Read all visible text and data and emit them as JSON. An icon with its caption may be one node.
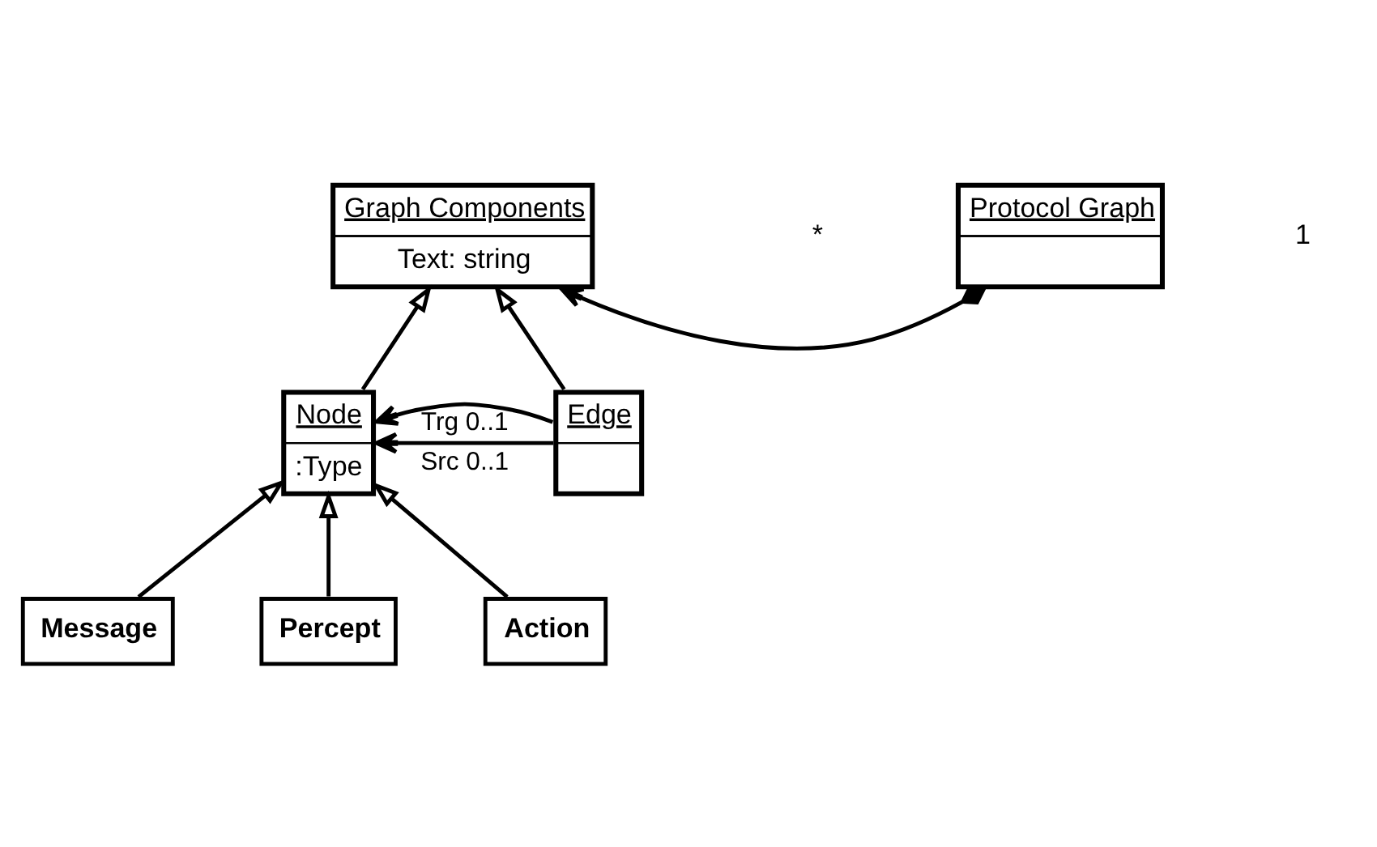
{
  "diagram": {
    "nodes": [
      {
        "text": [
          "Graph Components",
          "Text: string"
        ]
      },
      {
        "text": [
          "Protocol Graph"
        ]
      },
      {
        "text": [
          "Node",
          ":Type"
        ]
      },
      {
        "text": [
          "Edge"
        ]
      },
      {
        "text": [
          "Message"
        ]
      },
      {
        "text": [
          "Percept"
        ]
      },
      {
        "text": [
          "Action"
        ]
      }
    ],
    "edges": [
      {
        "from": 1,
        "to": 0,
        "arrow": "to"
      },
      {
        "from": 2,
        "to": 0,
        "arrow": "to"
      },
      {
        "from": 3,
        "to": 0,
        "arrow": "to"
      },
      {
        "from": 3,
        "to": 2,
        "arrow": "to",
        "label": "Src 0..1"
      },
      {
        "from": 3,
        "to": 2,
        "arrow": "to",
        "label": "Trg 0..1"
      },
      {
        "from": 4,
        "to": 2,
        "arrow": "to"
      },
      {
        "from": 5,
        "to": 2,
        "arrow": "to"
      },
      {
        "from": 6,
        "to": 2,
        "arrow": "to"
      }
    ],
    "labels": [
      "*",
      "1"
    ]
  }
}
